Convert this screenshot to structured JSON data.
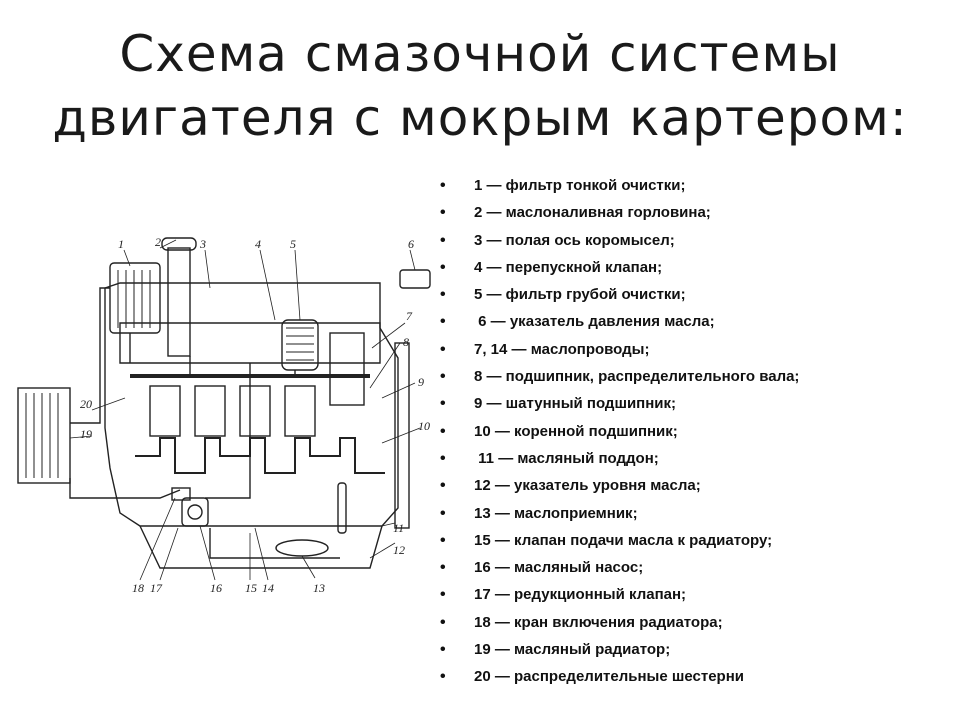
{
  "title_line1": "Схема смазочной системы",
  "title_line2": "двигателя с мокрым картером:",
  "legend": [
    "1 — фильтр тонкой очистки;",
    "2 — маслоналивная горловина;",
    "3 — полая ось коромысел;",
    "4 — перепускной клапан;",
    "5 — фильтр грубой очистки;",
    " 6 — указатель давления масла;",
    "7, 14 — маслопроводы;",
    "8 — подшипник, распределительного вала;",
    "9 — шатунный подшипник;",
    "10 — коренной подшипник;",
    " 11 — масляный поддон;",
    "12 — указатель уровня масла;",
    "13 — маслоприемник;",
    "15 — клапан подачи масла к радиатору;",
    "16 — масляный насос;",
    "17 — редукционный клапан;",
    "18 — кран включения радиатора;",
    "19 — масляный радиатор;",
    "20 — распределительные шестерни"
  ],
  "callouts": [
    "1",
    "2",
    "3",
    "4",
    "5",
    "6",
    "7",
    "8",
    "9",
    "10",
    "11",
    "12",
    "13",
    "14",
    "15",
    "16",
    "17",
    "18",
    "19",
    "20"
  ]
}
